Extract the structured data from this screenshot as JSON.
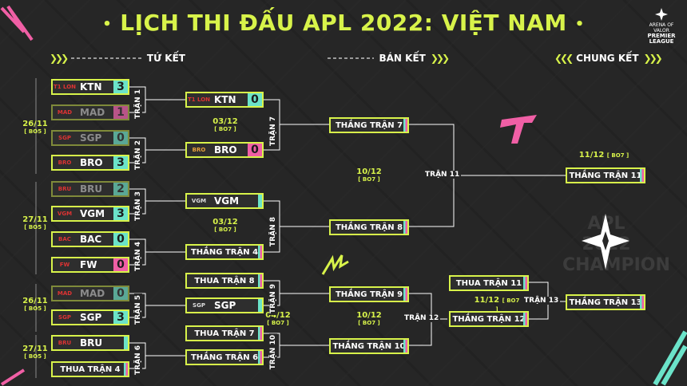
{
  "title": "LỊCH THI ĐẤU APL 2022: VIỆT NAM",
  "title_dots": [
    "•",
    "•"
  ],
  "logo_text": [
    "ARENA OF VALOR",
    "PREMIER",
    "LEAGUE"
  ],
  "stages": {
    "qf": "TỨ KẾT",
    "sf": "BÁN KẾT",
    "final": "CHUNG KẾT"
  },
  "arrow_glyph": "❯❯❯",
  "arrow_glyph_left": "❮❮❮",
  "dates": {
    "d1": "26/11",
    "d2": "27/11",
    "d3": "26/11",
    "d4": "27/11",
    "bo5": "[ BO5 ]",
    "bo7": "[ BO7 ]",
    "qf2a": "03/12",
    "qf2b": "03/12",
    "lb": "04/12",
    "sf": "10/12",
    "sf2": "10/12",
    "fin": "11/12",
    "lbf": "11/12"
  },
  "matches": {
    "m1": "TRẬN 1",
    "m2": "TRẬN 2",
    "m3": "TRẬN 3",
    "m4": "TRẬN 4",
    "m5": "TRẬN 5",
    "m6": "TRẬN 6",
    "m7": "TRẬN 7",
    "m8": "TRẬN 8",
    "m9": "TRẬN 9",
    "m10": "TRẬN 10",
    "m11": "TRẬN 11",
    "m12": "TRẬN 12",
    "m13": "TRẬN 13"
  },
  "r1": [
    {
      "team": "KTN",
      "score": "3",
      "logo": "T1 LON",
      "win": true,
      "dim": false
    },
    {
      "team": "MAD",
      "score": "1",
      "logo": "MAD",
      "win": false,
      "dim": true
    },
    {
      "team": "SGP",
      "score": "0",
      "logo": "SGP",
      "win": true,
      "dim": true
    },
    {
      "team": "BRO",
      "score": "3",
      "logo": "BRO",
      "win": false,
      "dim": false
    },
    {
      "team": "BRU",
      "score": "2",
      "logo": "BRU",
      "win": true,
      "dim": true
    },
    {
      "team": "VGM",
      "score": "3",
      "logo": "VGM",
      "win": false,
      "dim": false
    },
    {
      "team": "BAC",
      "score": "0",
      "logo": "BAC",
      "win": true,
      "dim": false
    },
    {
      "team": "FW",
      "score": "0",
      "logo": "FW",
      "win": false,
      "dim": false
    },
    {
      "team": "MAD",
      "score": "0",
      "logo": "MAD",
      "win": true,
      "dim": true
    },
    {
      "team": "SGP",
      "score": "3",
      "logo": "SGP",
      "win": false,
      "dim": false
    },
    {
      "team": "BRU",
      "score": "",
      "logo": "BRU",
      "win": true,
      "dim": false
    }
  ],
  "r1_last": "THUA TRẬN 4",
  "r2": [
    {
      "team": "KTN",
      "score": "0",
      "logo": "T1 LON",
      "win": true
    },
    {
      "team": "BRO",
      "score": "0",
      "logo": "BRO",
      "win": false
    },
    {
      "team": "VGM",
      "score": "",
      "logo": "VGM",
      "win": true
    }
  ],
  "labels": {
    "w4": "THẮNG TRẬN 4",
    "l8": "THUA TRẬN 8",
    "sgp": "SGP",
    "l7": "THUA TRẬN 7",
    "w6": "THẮNG TRẬN 6",
    "w7": "THẮNG TRẬN 7",
    "w8": "THẮNG TRẬN 8",
    "w9": "THẮNG TRẬN 9",
    "w10": "THẮNG TRẬN 10",
    "w11": "THẮNG TRẬN 11",
    "l11": "THUA TRẬN 11",
    "w12": "THẮNG TRẬN 12",
    "w13": "THẮNG TRẬN 13"
  },
  "champion_text": [
    "APL 2022",
    "CHAMPION"
  ],
  "colors": {
    "accent": "#d8f34a",
    "win": "#6be3c9",
    "lose": "#f05fa5",
    "bg": "#262626"
  }
}
